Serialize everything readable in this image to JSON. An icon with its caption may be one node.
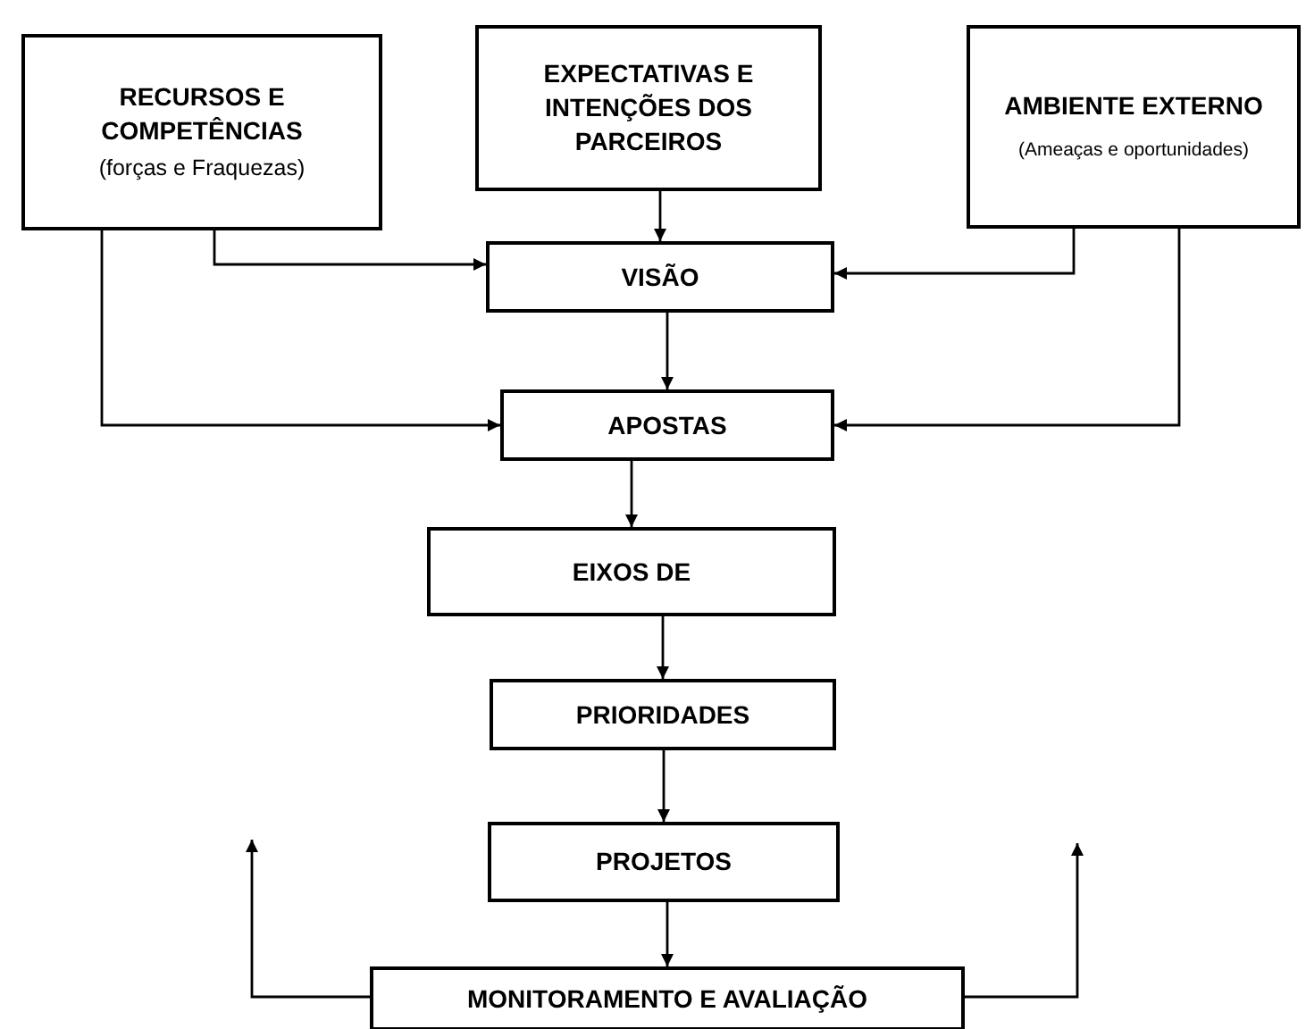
{
  "diagram": {
    "nodes": [
      {
        "text": [
          "RECURSOS E COMPETÊNCIAS",
          "(forças e Fraquezas)"
        ]
      },
      {
        "text": [
          "EXPECTATIVAS E INTENÇÕES DOS PARCEIROS"
        ]
      },
      {
        "text": [
          "AMBIENTE EXTERNO",
          "(Ameaças e oportunidades)"
        ]
      },
      {
        "text": [
          "VISÃO"
        ]
      },
      {
        "text": [
          "APOSTAS"
        ]
      },
      {
        "text": [
          "EIXOS DE"
        ]
      },
      {
        "text": [
          "PRIORIDADES"
        ]
      },
      {
        "text": [
          "PROJETOS"
        ]
      },
      {
        "text": [
          "MONITORAMENTO E AVALIAÇÃO"
        ]
      }
    ],
    "edges": [
      {
        "from": 0,
        "to": 3,
        "arrow": "to"
      },
      {
        "from": 0,
        "to": 4,
        "arrow": "to"
      },
      {
        "from": 1,
        "to": 3,
        "arrow": "to"
      },
      {
        "from": 2,
        "to": 3,
        "arrow": "to"
      },
      {
        "from": 2,
        "to": 4,
        "arrow": "to"
      },
      {
        "from": 3,
        "to": 4,
        "arrow": "to"
      },
      {
        "from": 4,
        "to": 5,
        "arrow": "to"
      },
      {
        "from": 5,
        "to": 6,
        "arrow": "to"
      },
      {
        "from": 6,
        "to": 7,
        "arrow": "to"
      },
      {
        "from": 7,
        "to": 8,
        "arrow": "to"
      },
      {
        "from": 8,
        "to": null,
        "arrow": "to"
      },
      {
        "from": 8,
        "to": null,
        "arrow": "to"
      }
    ]
  }
}
